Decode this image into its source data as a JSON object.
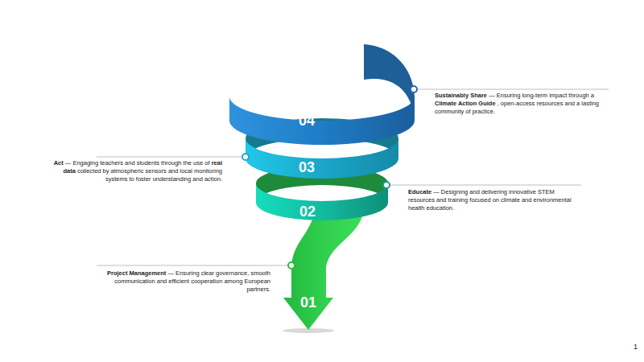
{
  "diagram": {
    "nodes": [
      {
        "text": [
          "04"
        ]
      },
      {
        "text": [
          "03"
        ]
      },
      {
        "text": [
          "02"
        ]
      },
      {
        "text": [
          "01"
        ]
      }
    ],
    "labels": [
      "Sustainably Share",
      "— Ensuring long-term impact through a",
      "Climate Action Guide",
      ", open-access resources and a lasting community of practice.",
      "Act",
      "— Engaging teachers and students through the use of",
      "real data",
      "collected by atmospheric sensors and local monitoring systems to foster understanding and action.",
      "Educate",
      "— Designing and delivering innovative STEM resources and training focused on climate and environmental health education.",
      "Project Management",
      "— Ensuring clear governance, smooth communication and efficient cooperation among European partners.",
      "1"
    ]
  }
}
